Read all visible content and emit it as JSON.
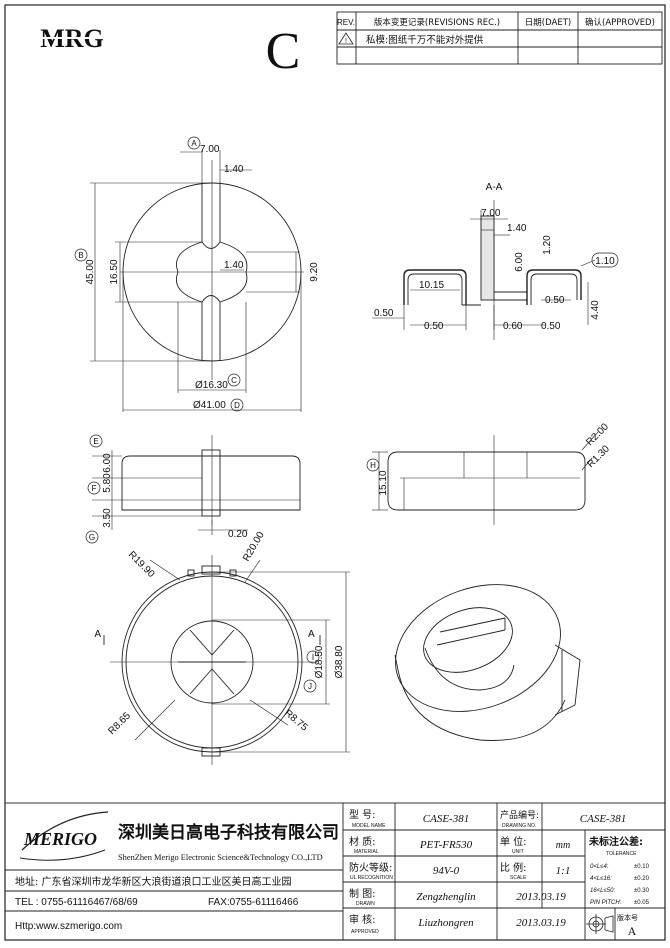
{
  "header": {
    "logo": "MRG",
    "rev_letter": "C",
    "rev_col": "REV.",
    "rev_rec": "版本变更记录(REVISIONS REC.)",
    "date_col": "日期(DAET)",
    "approve_col": "确认(APPROVED)",
    "warning": "私模:图纸千万不能对外提供"
  },
  "labels": {
    "A": "A",
    "B": "B",
    "C": "C",
    "D": "D",
    "E": "E",
    "F": "F",
    "G": "G",
    "H": "H",
    "I": "I",
    "J": "J",
    "section": "A-A",
    "cut_left": "A",
    "cut_right": "A"
  },
  "dims_top": {
    "d700": "7.00",
    "d140": "1.40",
    "d4500": "45.00",
    "d1650": "16.50",
    "d140b": "1.40",
    "d920": "9.20",
    "d1630": "Ø16.30",
    "d4100": "Ø41.00"
  },
  "dims_section": {
    "d700": "7.00",
    "d140": "1.40",
    "d120": "1.20",
    "d600": "6.00",
    "d110": "1.10",
    "d1015": "10.15",
    "d050a": "0.50",
    "d050b": "0.50",
    "d060": "0.60",
    "d050c": "0.50",
    "d050d": "0.50",
    "d440": "4.40"
  },
  "dims_side": {
    "d600": "6.00",
    "d580": "5.80",
    "d350": "3.50",
    "d020": "0.20"
  },
  "dims_right": {
    "r200": "R2.00",
    "r130": "R1.30",
    "d1510": "15.10"
  },
  "dims_bottom": {
    "r1990": "R19.90",
    "r2000": "R20.00",
    "d1850": "Ø18.50",
    "d3880": "Ø38.80",
    "r865": "R8.65",
    "r875": "R8.75"
  },
  "title_block": {
    "company_logo": "MERIGO",
    "company_cn": "深圳美日高电子科技有限公司",
    "company_en": "ShenZhen Merigo Electronic Science&Technology CO.,LTD",
    "address": "地址: 广东省深圳市龙华新区大浪街道浪口工业区美日高工业园",
    "tel": "TEL : 0755-61116467/68/69",
    "fax": "FAX:0755-61116466",
    "http": "Http:www.szmerigo.com",
    "model_label": "型  号:",
    "model_label_en": "MODEL NAME",
    "model_value": "CASE-381",
    "drawing_label": "产品编号:",
    "drawing_label_en": "DRAWING NO.",
    "drawing_value": "CASE-381",
    "material_label": "材  质:",
    "material_label_en": "MATERIAL",
    "material_value": "PET-FR530",
    "unit_label": "单 位:",
    "unit_label_en": "UNIT",
    "unit_value": "mm",
    "fire_label": "防火等级:",
    "fire_label_en": "UL RECOGNITION",
    "fire_value": "94V-0",
    "scale_label": "比 例:",
    "scale_label_en": "SCALE",
    "scale_value": "1:1",
    "drawn_label": "制  图:",
    "drawn_label_en": "DRAWN",
    "drawn_value": "Zengzhenglin",
    "drawn_date": "2013.03.19",
    "approved_label": "审  核:",
    "approved_label_en": "APPROVED",
    "approved_value": "Liuzhongren",
    "approved_date": "2013.03.19",
    "tolerance_title": "未标注公差:",
    "tolerance_title_en": "TOLERANCE",
    "tol_1": "0<L≤4:",
    "tol_1v": "±0.10",
    "tol_2": "4<L≤16:",
    "tol_2v": "±0.20",
    "tol_3": "16<L≤50:",
    "tol_3v": "±0.30",
    "tol_4": "PIN PITCH:",
    "tol_4v": "±0.05",
    "version_label": "版本号",
    "version_value": "A"
  }
}
